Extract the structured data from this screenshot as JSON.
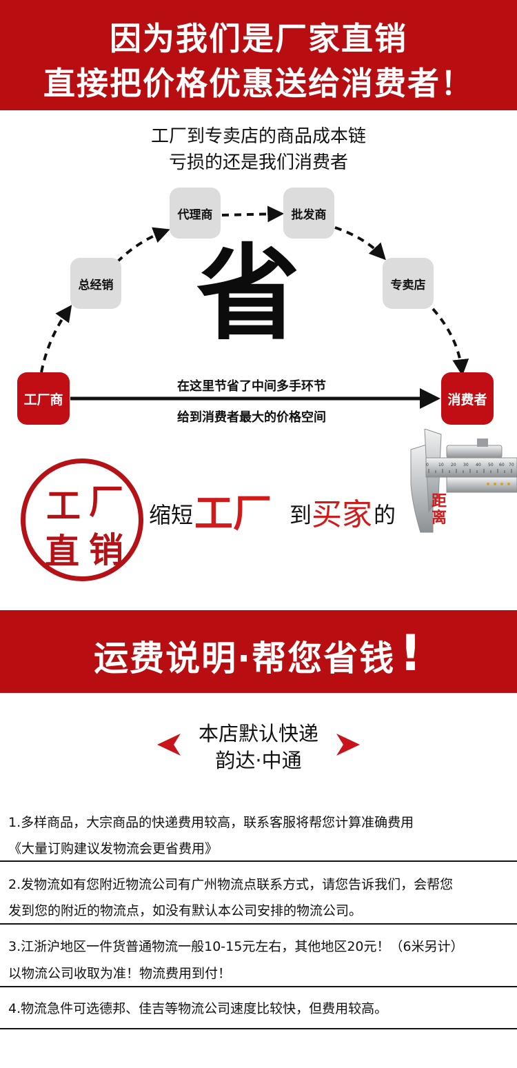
{
  "top_banner": {
    "line1": "因为我们是厂家直销",
    "line2": "直接把价格优惠送给消费者！"
  },
  "chain": {
    "title_line1": "工厂到专卖店的商品成本链",
    "title_line2": "亏损的还是我们消费者",
    "nodes": {
      "factory": "工厂商",
      "general_dealer": "总经销",
      "agent": "代理商",
      "wholesaler": "批发商",
      "store": "专卖店",
      "consumer": "消费者"
    },
    "big_char": "省",
    "caption_line1": "在这里节省了中间多手环节",
    "caption_line2": "给到消费者最大的价格空间"
  },
  "seal": {
    "text": [
      "工",
      "厂",
      "直",
      "销"
    ]
  },
  "slogan": {
    "part1": "缩短",
    "part2": "工厂",
    "part3": "到",
    "part4": "买家",
    "part5": "的"
  },
  "caliper": {
    "label": "距离",
    "scale_numbers": [
      "0",
      "10",
      "20",
      "30",
      "40",
      "50",
      "60",
      "70"
    ]
  },
  "shipping_banner": {
    "title": "运费说明·帮您省钱",
    "exclaim": "!"
  },
  "express": {
    "line1": "本店默认快递",
    "line2": "韵达·中通"
  },
  "shipping_items": [
    {
      "line1": "1.多样商品，大宗商品的快递费用较高，联系客服将帮您计算准确费用",
      "line2": "《大量订购建议发物流会更省费用》"
    },
    {
      "line1": "2.发物流如有您附近物流公司有广州物流点联系方式，请您告诉我们，会帮您",
      "line2": "发到您的附近的物流点，如没有默认本公司安排的物流公司。"
    },
    {
      "line1": "3.江浙沪地区一件货普通物流一般10-15元左右，其他地区20元！（6米另计）",
      "line2": "以物流公司收取为准！物流费用到付！"
    },
    {
      "line1": "4.物流急件可选德邦、佳吉等物流公司速度比较快，但费用较高。",
      "line2": ""
    }
  ],
  "colors": {
    "banner_red": "#b80e12",
    "accent_red": "#d11a1a",
    "node_gray": "#dcdcdc"
  }
}
